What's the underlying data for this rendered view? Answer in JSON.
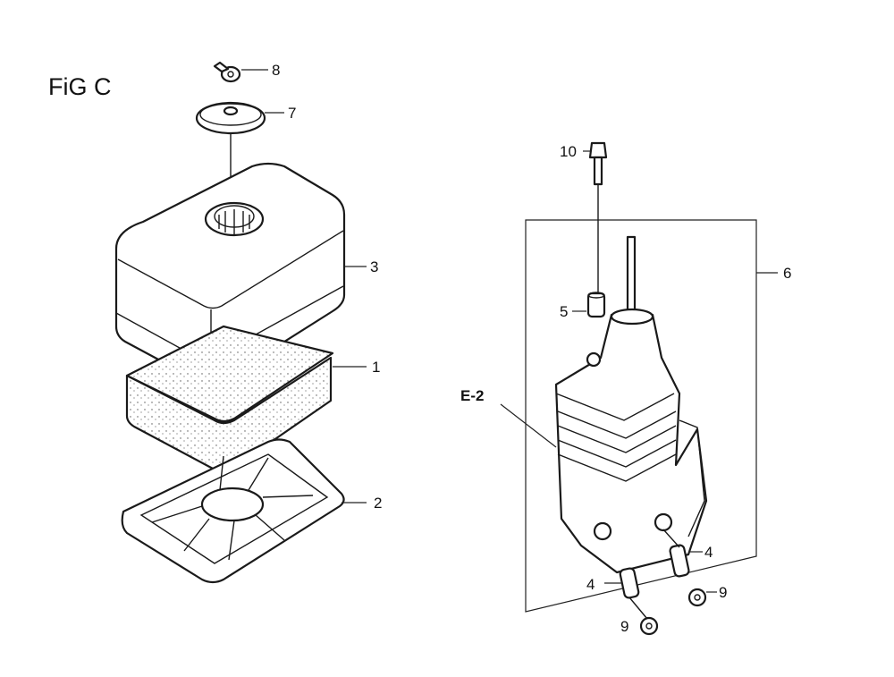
{
  "figure": {
    "title": "FiG C"
  },
  "callouts": {
    "p1": "1",
    "p2": "2",
    "p3": "3",
    "p4a": "4",
    "p4b": "4",
    "p5": "5",
    "p6": "6",
    "p7": "7",
    "p8": "8",
    "p9a": "9",
    "p9b": "9",
    "p10": "10",
    "e2": "E-2"
  }
}
